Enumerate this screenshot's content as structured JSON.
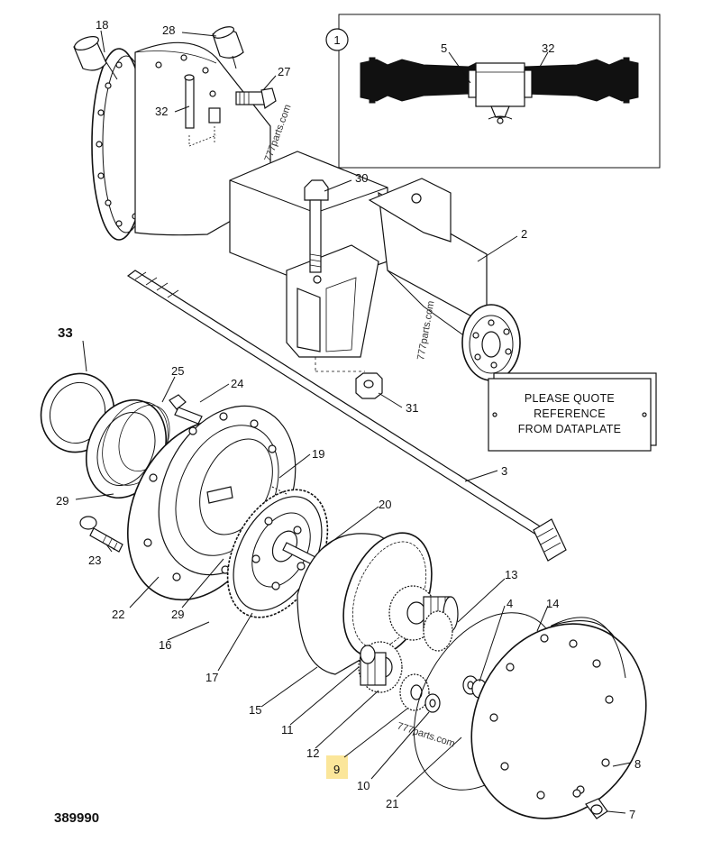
{
  "diagram": {
    "drawing_number": "389990",
    "inset": {
      "label": "1",
      "callouts": [
        "5",
        "32"
      ]
    },
    "dataplate_text": [
      "PLEASE QUOTE",
      "REFERENCE",
      "FROM DATAPLATE"
    ],
    "watermarks": [
      "777parts.com",
      "777parts.com",
      "777parts.com"
    ],
    "callouts": [
      {
        "id": "c18",
        "text": "18"
      },
      {
        "id": "c28",
        "text": "28"
      },
      {
        "id": "c27",
        "text": "27"
      },
      {
        "id": "c32",
        "text": "32"
      },
      {
        "id": "c30",
        "text": "30"
      },
      {
        "id": "c2",
        "text": "2"
      },
      {
        "id": "c33",
        "text": "33"
      },
      {
        "id": "c25",
        "text": "25"
      },
      {
        "id": "c24",
        "text": "24"
      },
      {
        "id": "c31",
        "text": "31"
      },
      {
        "id": "c19",
        "text": "19"
      },
      {
        "id": "c3",
        "text": "3"
      },
      {
        "id": "c29a",
        "text": "29"
      },
      {
        "id": "c20",
        "text": "20"
      },
      {
        "id": "c23",
        "text": "23"
      },
      {
        "id": "c13",
        "text": "13"
      },
      {
        "id": "c4",
        "text": "4"
      },
      {
        "id": "c14",
        "text": "14"
      },
      {
        "id": "c22",
        "text": "22"
      },
      {
        "id": "c29b",
        "text": "29"
      },
      {
        "id": "c16",
        "text": "16"
      },
      {
        "id": "c17",
        "text": "17"
      },
      {
        "id": "c15",
        "text": "15"
      },
      {
        "id": "c11",
        "text": "11"
      },
      {
        "id": "c12",
        "text": "12"
      },
      {
        "id": "c9",
        "text": "9"
      },
      {
        "id": "c10",
        "text": "10"
      },
      {
        "id": "c21",
        "text": "21"
      },
      {
        "id": "c8",
        "text": "8"
      },
      {
        "id": "c7",
        "text": "7"
      }
    ]
  }
}
